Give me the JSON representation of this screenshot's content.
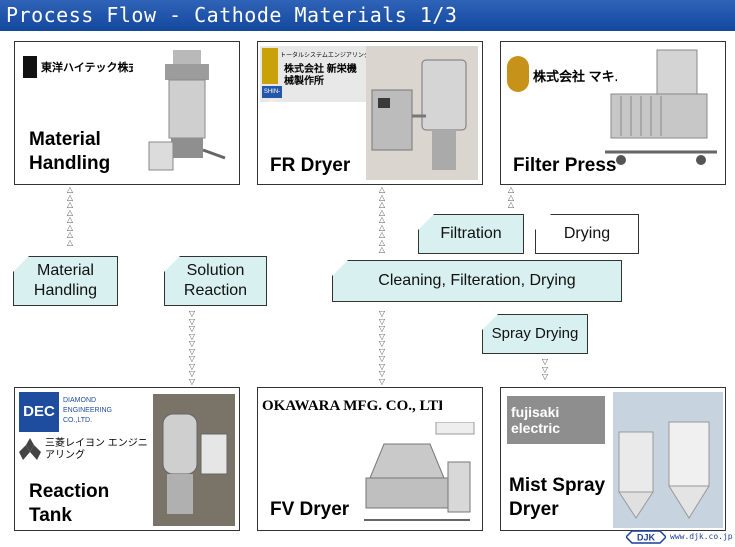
{
  "title": "Process Flow - Cathode Materials 1/3",
  "boxes": {
    "material_handling": {
      "label": "Material\nHandling",
      "logo_text": "東洋ハイテック株式会社"
    },
    "fr_dryer": {
      "label": "FR Dryer",
      "logo_text_1": "トータルシステムエンジアリングの新栄機械",
      "logo_text_2": "株式会社 新栄機械製作所",
      "logo_badge": "SHIN-EI"
    },
    "filter_press": {
      "label": "Filter Press",
      "logo_text": "株式会社 マキノ"
    },
    "reaction_tank": {
      "label": "Reaction\nTank",
      "logo_text_1": "DEC",
      "logo_text_2": "DIAMOND ENGINEERING CO.,LTD.",
      "logo_text_3": "三菱レイヨン エンジニアリング"
    },
    "fv_dryer": {
      "label": "FV Dryer",
      "logo_text": "OKAWARA MFG. CO., LTD."
    },
    "mist_spray_dryer": {
      "label": "Mist Spray\nDryer",
      "logo_text": "fujisaki electric"
    }
  },
  "tags": {
    "material_handling": "Material\nHandling",
    "solution_reaction": "Solution\nReaction",
    "filtration": "Filtration",
    "drying": "Drying",
    "cleaning": "Cleaning, Filteration, Drying",
    "spray_drying": "Spray Drying"
  },
  "footer": {
    "logo": "DJK",
    "url": "www.djk.co.jp"
  },
  "colors": {
    "title_bar": "#1f55ad",
    "tag_fill": "#d8f0f0",
    "border": "#333333"
  }
}
